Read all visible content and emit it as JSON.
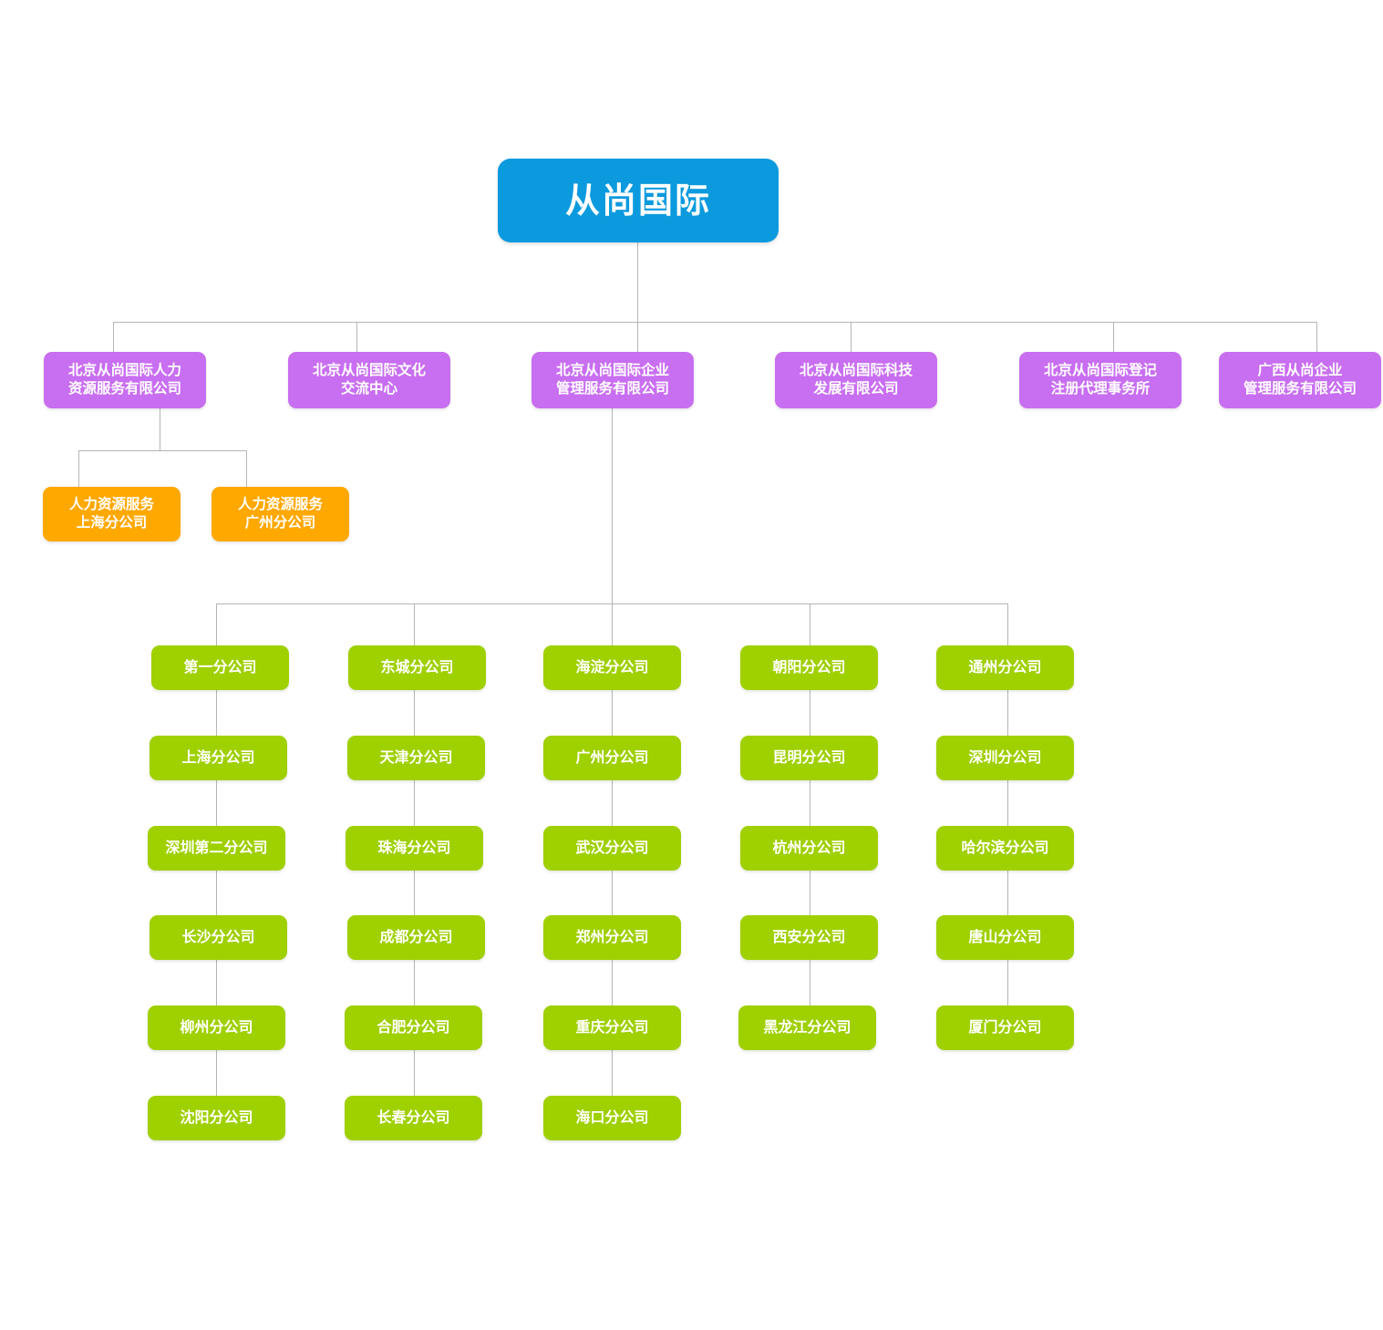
{
  "org_chart": {
    "type": "organization-tree",
    "colors": {
      "root": "#0c9ade",
      "division": "#c86ef0",
      "sub_division": "#ffa800",
      "branch": "#9fd000",
      "connector": "#b5b5b5",
      "background": "#ffffff",
      "text": "#ffffff"
    },
    "root": {
      "label": "从尚国际"
    },
    "divisions": [
      {
        "label": "北京从尚国际人力\n资源服务有限公司"
      },
      {
        "label": "北京从尚国际文化\n交流中心"
      },
      {
        "label": "北京从尚国际企业\n管理服务有限公司"
      },
      {
        "label": "北京从尚国际科技\n发展有限公司"
      },
      {
        "label": "北京从尚国际登记\n注册代理事务所"
      },
      {
        "label": "广西从尚企业\n管理服务有限公司"
      }
    ],
    "hr_sub_divisions": [
      {
        "label": "人力资源服务\n上海分公司"
      },
      {
        "label": "人力资源服务\n广州分公司"
      }
    ],
    "branch_columns": [
      {
        "items": [
          {
            "label": "第一分公司"
          },
          {
            "label": "上海分公司"
          },
          {
            "label": "深圳第二分公司"
          },
          {
            "label": "长沙分公司"
          },
          {
            "label": "柳州分公司"
          },
          {
            "label": "沈阳分公司"
          }
        ]
      },
      {
        "items": [
          {
            "label": "东城分公司"
          },
          {
            "label": "天津分公司"
          },
          {
            "label": "珠海分公司"
          },
          {
            "label": "成都分公司"
          },
          {
            "label": "合肥分公司"
          },
          {
            "label": "长春分公司"
          }
        ]
      },
      {
        "items": [
          {
            "label": "海淀分公司"
          },
          {
            "label": "广州分公司"
          },
          {
            "label": "武汉分公司"
          },
          {
            "label": "郑州分公司"
          },
          {
            "label": "重庆分公司"
          },
          {
            "label": "海口分公司"
          }
        ]
      },
      {
        "items": [
          {
            "label": "朝阳分公司"
          },
          {
            "label": "昆明分公司"
          },
          {
            "label": "杭州分公司"
          },
          {
            "label": "西安分公司"
          },
          {
            "label": "黑龙江分公司"
          }
        ]
      },
      {
        "items": [
          {
            "label": "通州分公司"
          },
          {
            "label": "深圳分公司"
          },
          {
            "label": "哈尔滨分公司"
          },
          {
            "label": "唐山分公司"
          },
          {
            "label": "厦门分公司"
          }
        ]
      }
    ]
  }
}
